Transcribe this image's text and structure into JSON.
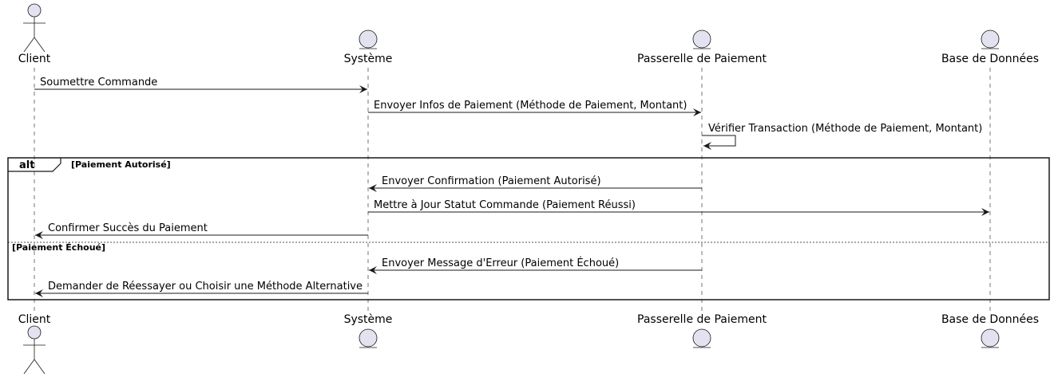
{
  "participants": [
    {
      "key": "client",
      "name": "Client",
      "kind": "actor"
    },
    {
      "key": "systeme",
      "name": "Système",
      "kind": "entity"
    },
    {
      "key": "passerelle",
      "name": "Passerelle de Paiement",
      "kind": "entity"
    },
    {
      "key": "bdd",
      "name": "Base de Données",
      "kind": "entity"
    }
  ],
  "messages": [
    {
      "from": "client",
      "to": "systeme",
      "label": "Soumettre Commande"
    },
    {
      "from": "systeme",
      "to": "passerelle",
      "label": "Envoyer Infos de Paiement (Méthode de Paiement, Montant)"
    },
    {
      "from": "passerelle",
      "to": "passerelle",
      "label": "Vérifier Transaction (Méthode de Paiement, Montant)"
    }
  ],
  "alt": {
    "keyword": "alt",
    "branches": [
      {
        "guard": "[Paiement Autorisé]",
        "messages": [
          {
            "from": "passerelle",
            "to": "systeme",
            "label": "Envoyer Confirmation (Paiement Autorisé)"
          },
          {
            "from": "systeme",
            "to": "bdd",
            "label": "Mettre à Jour Statut Commande (Paiement Réussi)"
          },
          {
            "from": "systeme",
            "to": "client",
            "label": "Confirmer Succès du Paiement"
          }
        ]
      },
      {
        "guard": "[Paiement Échoué]",
        "messages": [
          {
            "from": "passerelle",
            "to": "systeme",
            "label": "Envoyer Message d'Erreur (Paiement Échoué)"
          },
          {
            "from": "systeme",
            "to": "client",
            "label": "Demander de Réessayer ou Choisir une Méthode Alternative"
          }
        ]
      }
    ]
  },
  "colors": {
    "participant_fill": "#e2e2f0",
    "participant_stroke": "#181818",
    "lifeline": "#181818",
    "line": "#181818"
  }
}
